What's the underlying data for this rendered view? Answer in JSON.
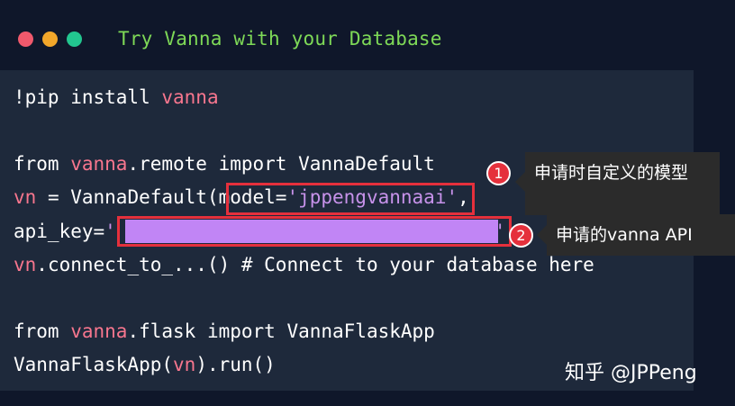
{
  "window": {
    "title": "Try Vanna with your Database",
    "controls": [
      "close",
      "minimize",
      "maximize"
    ]
  },
  "code": {
    "line1": {
      "a": "!pip install ",
      "b": "vanna"
    },
    "line3": {
      "a": "from ",
      "b": "vanna",
      "c": ".remote import VannaDefault"
    },
    "line4": {
      "a": "vn",
      "b": " = VannaDefault(model=",
      "c": "'jppengvannaai'",
      "d": ","
    },
    "line5": {
      "a": "api_key=",
      "b": "'",
      "c": "'"
    },
    "line6": {
      "a": "vn",
      "b": ".connect_to_...() # Connect to your database here"
    },
    "line8": {
      "a": "from ",
      "b": "vanna",
      "c": ".flask import VannaFlaskApp"
    },
    "line9": {
      "a": "VannaFlaskApp(",
      "b": "vn",
      "c": ").run()"
    }
  },
  "annotations": [
    {
      "number": "1",
      "text": "申请时自定义的模型"
    },
    {
      "number": "2",
      "text": "申请的vanna API"
    }
  ],
  "watermark": "知乎 @JPPeng",
  "colors": {
    "background": "#0f172a",
    "code_panel": "#1e293b",
    "title": "#7ed957",
    "keyword": "#f7768e",
    "string": "#c792ea",
    "highlight": "#e5303c",
    "redacted": "#c185f5"
  }
}
